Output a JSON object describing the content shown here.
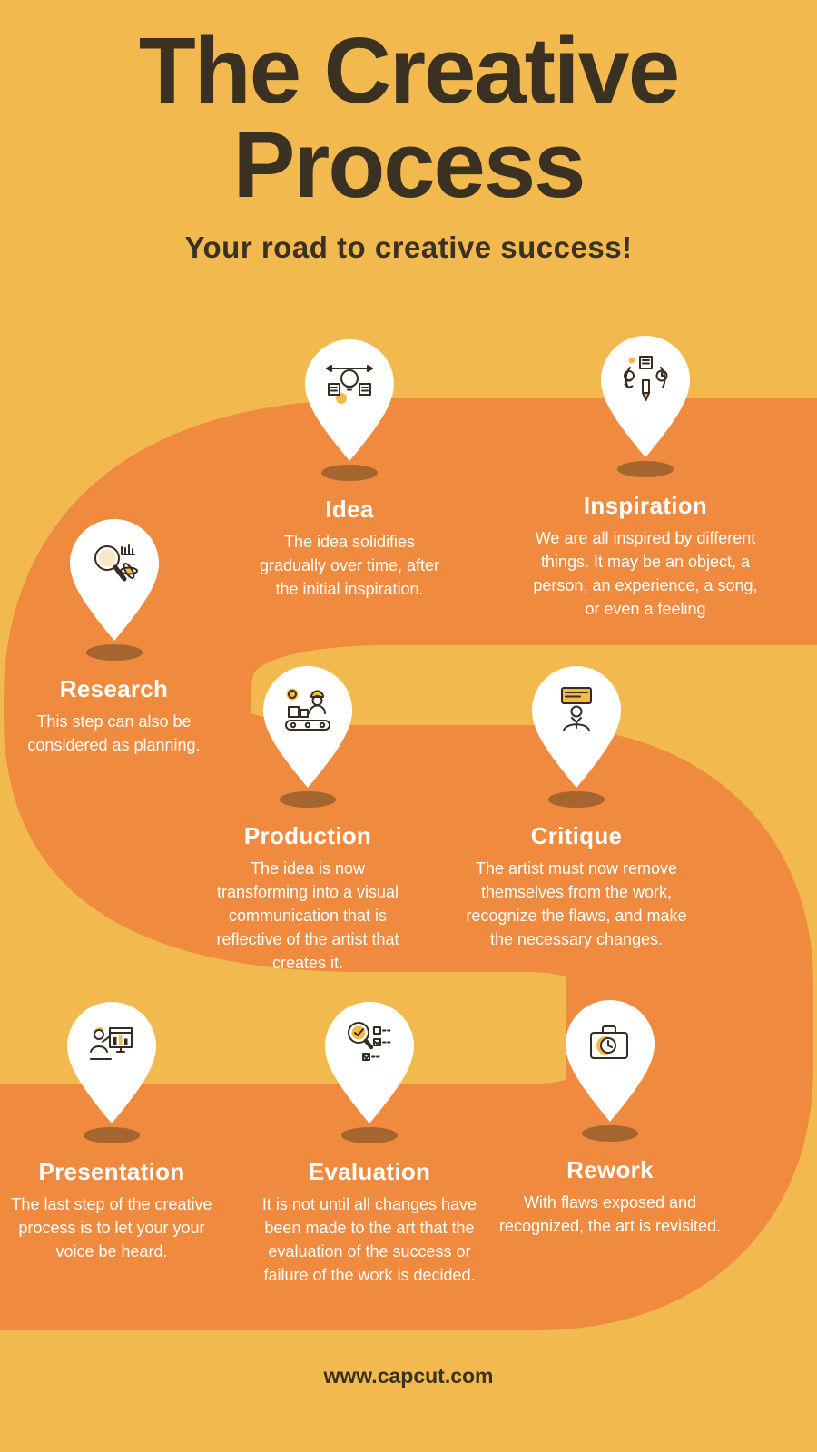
{
  "page": {
    "title_line1": "The Creative",
    "title_line2": "Process",
    "subtitle": "Your road to creative success!",
    "footer": "www.capcut.com"
  },
  "colors": {
    "background": "#F2B94F",
    "road": "#EF8A3E",
    "heading_text": "#3B3123",
    "step_text": "#FFFFFF",
    "pin_fill": "#FFFFFF",
    "pin_shadow": "#A4662E",
    "icon_accent": "#F4BB45",
    "icon_line": "#352B1E"
  },
  "steps": [
    {
      "id": "idea",
      "icon": "idea-icon",
      "title": "Idea",
      "description": "The idea solidifies gradually over time, after the initial inspiration."
    },
    {
      "id": "inspiration",
      "icon": "inspiration-icon",
      "title": "Inspiration",
      "description": "We are all inspired by different things.  It may be an object, a person, an experience, a song, or even a feeling"
    },
    {
      "id": "research",
      "icon": "research-icon",
      "title": "Research",
      "description": "This step can also be considered as planning."
    },
    {
      "id": "production",
      "icon": "production-icon",
      "title": "Production",
      "description": "The idea is now transforming into a visual communication that is reflective of the artist that creates it."
    },
    {
      "id": "critique",
      "icon": "critique-icon",
      "title": "Critique",
      "description": "The artist must now remove themselves from the work, recognize the flaws, and make the necessary changes."
    },
    {
      "id": "presentation",
      "icon": "presentation-icon",
      "title": "Presentation",
      "description": "The last step of the creative process is to let your your voice be heard."
    },
    {
      "id": "evaluation",
      "icon": "evaluation-icon",
      "title": "Evaluation",
      "description": "It is not until all changes have been made to the art that the evaluation of the success or failure of the work is decided."
    },
    {
      "id": "rework",
      "icon": "rework-icon",
      "title": "Rework",
      "description": "With flaws exposed and recognized, the art is revisited."
    }
  ]
}
